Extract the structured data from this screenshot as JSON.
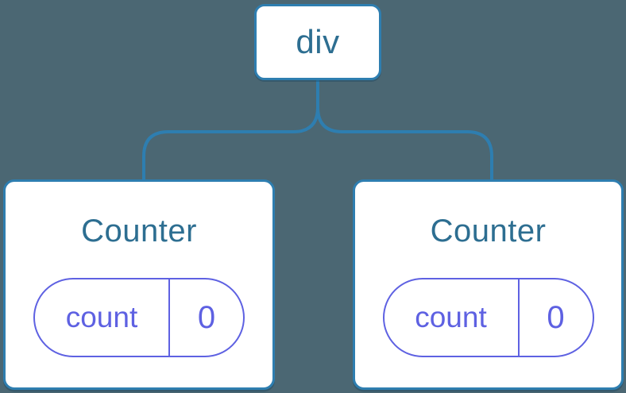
{
  "colors": {
    "background": "#4B6773",
    "line": "#2E7EB0",
    "node_fill": "#FFFFFF",
    "node_text_blue": "#2D6E91",
    "state_purple": "#5E61E2"
  },
  "tree": {
    "root": {
      "label": "div"
    },
    "children": [
      {
        "title": "Counter",
        "state": {
          "key": "count",
          "value": "0"
        }
      },
      {
        "title": "Counter",
        "state": {
          "key": "count",
          "value": "0"
        }
      }
    ]
  }
}
